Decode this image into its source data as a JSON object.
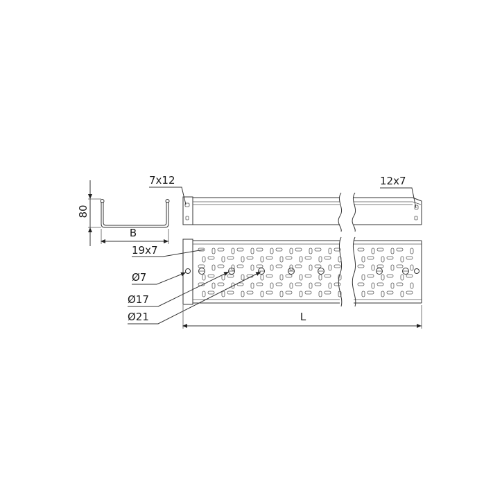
{
  "drawing": {
    "labels": {
      "height": "80",
      "width": "B",
      "hole_side": "7x12",
      "hole_side_right": "12x7",
      "slot": "19x7",
      "d7": "Ø7",
      "d17": "Ø17",
      "d21": "Ø21",
      "length": "L"
    }
  }
}
